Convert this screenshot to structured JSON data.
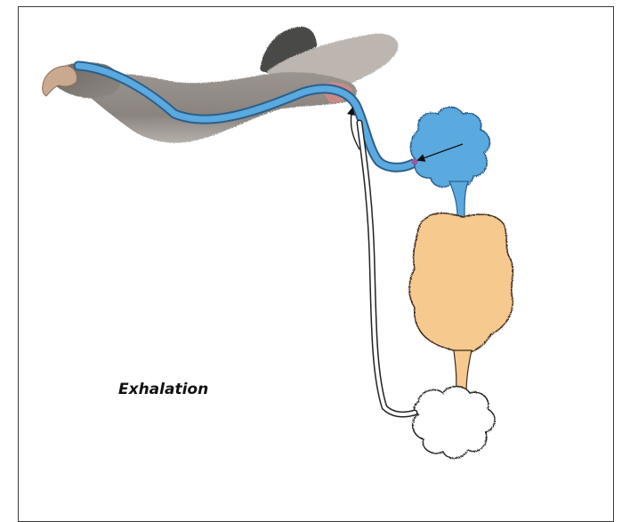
{
  "diagram": {
    "caption": "Exhalation",
    "colors": {
      "frame_border": "#3a3a3a",
      "airway_fill": "#5aa9df",
      "airway_outline": "#2c5f8a",
      "anterior_air_sac_fill": "#5aa9df",
      "lung_fill": "#f6c98f",
      "posterior_air_sac_fill": "#ffffff",
      "bird_feather": "#8c8580",
      "beak": "#c9a98f"
    },
    "icons": {
      "bird": "vulture-head-neck-illustration",
      "flow_arrow": "arrow"
    }
  }
}
